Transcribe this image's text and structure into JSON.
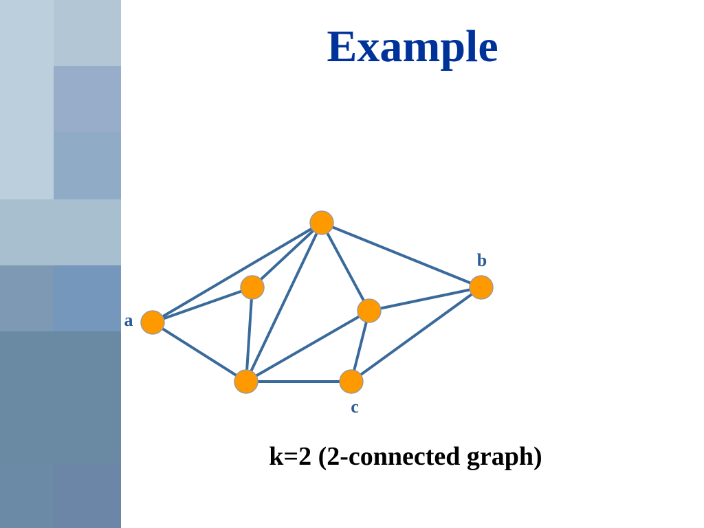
{
  "slide": {
    "title": "Example",
    "caption": "k=2 (2-connected graph)"
  },
  "colors": {
    "title": "#003399",
    "edge": "#3a6a9a",
    "node_fill": "#ff9900",
    "node_stroke": "#9a9a9a",
    "label": "#2a5a9a",
    "side_panel": [
      "#b6cbd9",
      "#a3b8cf",
      "#8da9c6",
      "#7892ab",
      "#6b8aa8",
      "#6485a0"
    ]
  },
  "graph": {
    "nodes": [
      {
        "id": "a",
        "label": "a"
      },
      {
        "id": "b",
        "label": "b"
      },
      {
        "id": "c",
        "label": "c"
      },
      {
        "id": "top",
        "label": ""
      },
      {
        "id": "upper-left",
        "label": ""
      },
      {
        "id": "middle-right",
        "label": ""
      },
      {
        "id": "bottom-left",
        "label": ""
      }
    ],
    "edges": [
      [
        "a",
        "top"
      ],
      [
        "a",
        "upper-left"
      ],
      [
        "a",
        "bottom-left"
      ],
      [
        "upper-left",
        "top"
      ],
      [
        "upper-left",
        "bottom-left"
      ],
      [
        "top",
        "bottom-left"
      ],
      [
        "top",
        "middle-right"
      ],
      [
        "top",
        "b"
      ],
      [
        "middle-right",
        "b"
      ],
      [
        "middle-right",
        "bottom-left"
      ],
      [
        "middle-right",
        "c"
      ],
      [
        "bottom-left",
        "c"
      ],
      [
        "c",
        "b"
      ]
    ]
  }
}
